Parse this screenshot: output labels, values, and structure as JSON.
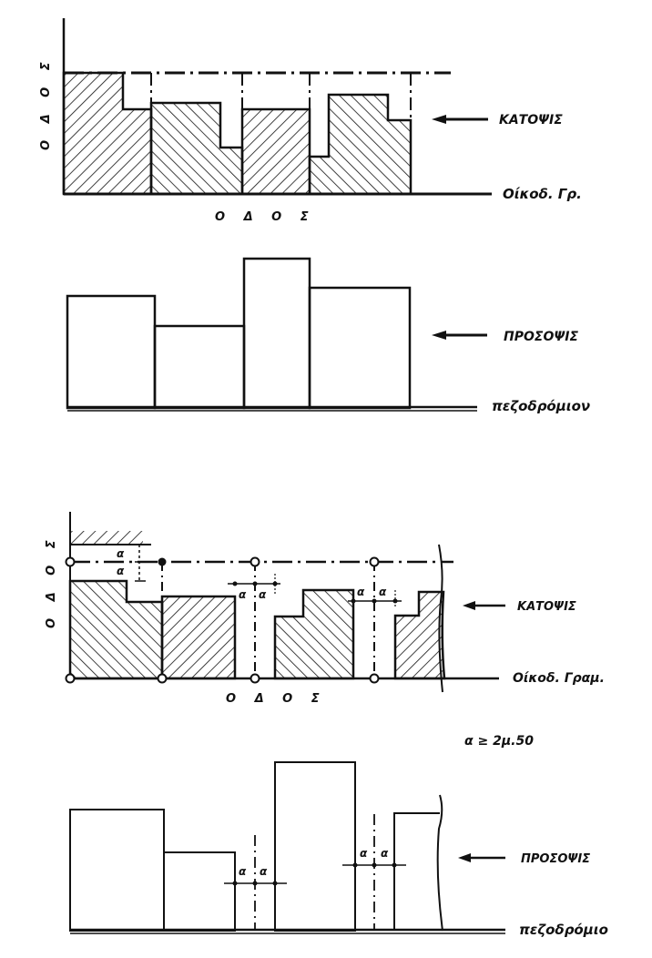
{
  "labels": {
    "street_vertical": "Ο Δ Ο Σ",
    "street": "Ο Δ Ο Σ",
    "plan": "ΚΑΤΟΨΙΣ",
    "building_line_short": "Οίκοδ. Γρ.",
    "building_line": "Οίκοδ. Γραμ.",
    "elevation": "ΠΡΟΣΟΨΙΣ",
    "sidewalk": "πεζοδρόμιον",
    "sidewalk_cut": "πεζοδρόμιο",
    "alpha": "α",
    "rule": "α ≥ 2μ.50"
  },
  "figures": [
    {
      "name": "plan-1",
      "type": "plan",
      "lots": 4,
      "hatched": true
    },
    {
      "name": "elevation-1",
      "type": "elevation",
      "buildings": 4
    },
    {
      "name": "plan-2",
      "type": "plan",
      "lots": 4,
      "hatched": true,
      "gaps_dimensioned": 2
    },
    {
      "name": "elevation-2",
      "type": "elevation",
      "buildings": 4,
      "gaps_dimensioned": 2
    }
  ],
  "colors": {
    "ink": "#111111",
    "paper": "#ffffff"
  }
}
